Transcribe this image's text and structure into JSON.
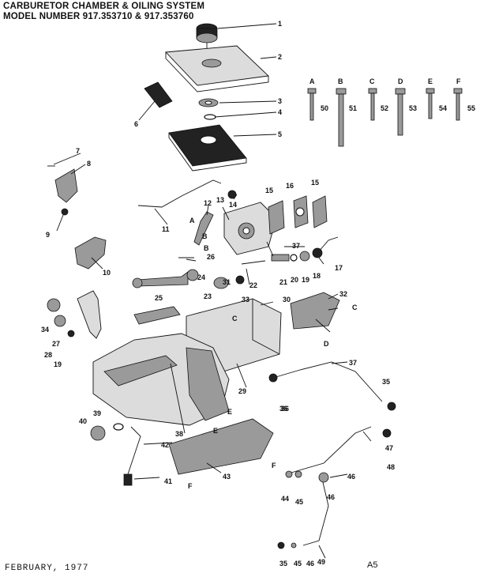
{
  "header": {
    "title_line1": "CARBURETOR CHAMBER & OILING SYSTEM",
    "title_line2": "MODEL NUMBER 917.353710 & 917.353760"
  },
  "footer": {
    "date": "FEBRUARY, 1977",
    "page_code": "A5"
  },
  "screw_letters": [
    "A",
    "B",
    "C",
    "D",
    "E",
    "F"
  ],
  "screw_numbers": [
    "50",
    "51",
    "52",
    "53",
    "54",
    "55"
  ],
  "callouts": [
    "1",
    "2",
    "3",
    "4",
    "5",
    "6",
    "7",
    "8",
    "9",
    "10",
    "11",
    "12",
    "13",
    "14",
    "15",
    "16",
    "15",
    "B",
    "B",
    "A",
    "37",
    "26",
    "17",
    "18",
    "19",
    "20",
    "21",
    "22",
    "23",
    "24",
    "31",
    "33",
    "25",
    "30",
    "32",
    "C",
    "C",
    "D",
    "34",
    "27",
    "28",
    "19",
    "29",
    "36",
    "35",
    "37",
    "E",
    "E",
    "38",
    "39",
    "40",
    "42",
    "41",
    "F",
    "F",
    "43",
    "36",
    "47",
    "48",
    "46",
    "45",
    "44",
    "46",
    "49",
    "35",
    "45",
    "46"
  ]
}
